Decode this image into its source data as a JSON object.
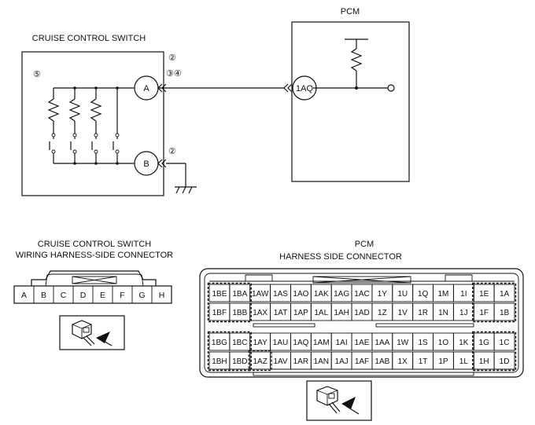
{
  "pcm_title": "PCM",
  "switch_title": "CRUISE CONTROL SWITCH",
  "note_5": "⑤",
  "note_2": "②",
  "note_34": "③④",
  "note_2b": "②",
  "terminal_a": "A",
  "terminal_b": "B",
  "terminal_1aq": "1AQ",
  "conn_left_title_1": "CRUISE CONTROL SWITCH",
  "conn_left_title_2": "WIRING HARNESS-SIDE CONNECTOR",
  "conn_left_pins": [
    "A",
    "B",
    "C",
    "D",
    "E",
    "F",
    "G",
    "H"
  ],
  "conn_right_title_1": "PCM",
  "conn_right_title_2": "HARNESS SIDE CONNECTOR",
  "pcm_rows": [
    [
      "1BE",
      "1BA",
      "1AW",
      "1AS",
      "1AO",
      "1AK",
      "1AG",
      "1AC",
      "1Y",
      "1U",
      "1Q",
      "1M",
      "1I",
      "1E",
      "1A"
    ],
    [
      "1BF",
      "1BB",
      "1AX",
      "1AT",
      "1AP",
      "1AL",
      "1AH",
      "1AD",
      "1Z",
      "1V",
      "1R",
      "1N",
      "1J",
      "1F",
      "1B"
    ],
    [
      "1BG",
      "1BC",
      "1AY",
      "1AU",
      "1AQ",
      "1AM",
      "1AI",
      "1AE",
      "1AA",
      "1W",
      "1S",
      "1O",
      "1K",
      "1G",
      "1C"
    ],
    [
      "1BH",
      "1BD",
      "1AZ",
      "1AV",
      "1AR",
      "1AN",
      "1AJ",
      "1AF",
      "1AB",
      "1X",
      "1T",
      "1P",
      "1L",
      "1H",
      "1D"
    ]
  ]
}
